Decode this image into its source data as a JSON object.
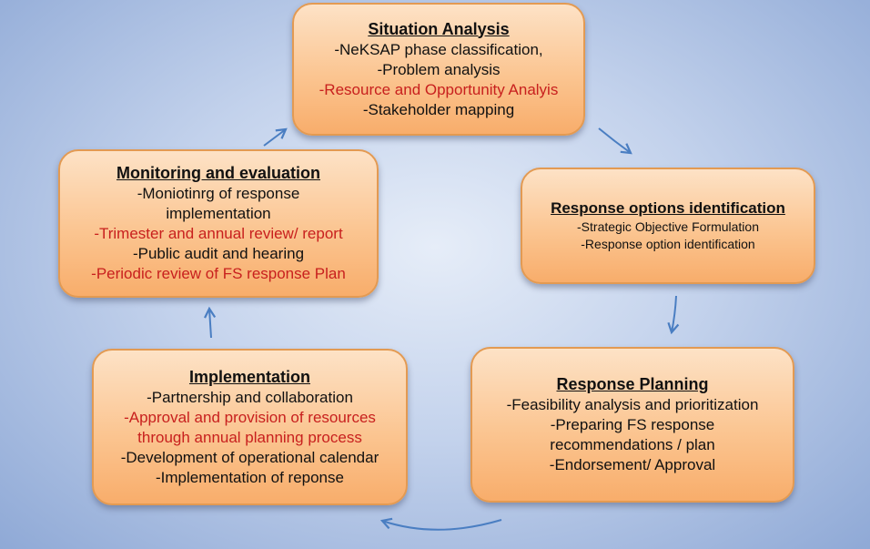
{
  "boxes": [
    {
      "id": "situation-analysis",
      "title": "Situation Analysis",
      "lines": [
        {
          "text": "-NeKSAP phase classification,",
          "color": "black"
        },
        {
          "text": "-Problem analysis",
          "color": "black"
        },
        {
          "text": "-Resource and Opportunity Analyis",
          "color": "red"
        },
        {
          "text": "-Stakeholder mapping",
          "color": "black"
        }
      ]
    },
    {
      "id": "response-options-identification",
      "title": "Response options identification",
      "lines": [
        {
          "text": "-Strategic Objective Formulation",
          "color": "black"
        },
        {
          "text": "-Response option identification",
          "color": "black"
        }
      ]
    },
    {
      "id": "response-planning",
      "title": "Response Planning",
      "lines": [
        {
          "text": "-Feasibility analysis and prioritization",
          "color": "black"
        },
        {
          "text": "-Preparing FS response",
          "color": "black"
        },
        {
          "text": "recommendations / plan",
          "color": "black"
        },
        {
          "text": "-Endorsement/ Approval",
          "color": "black"
        }
      ]
    },
    {
      "id": "implementation",
      "title": "Implementation",
      "lines": [
        {
          "text": "-Partnership and collaboration",
          "color": "black"
        },
        {
          "text": "-Approval and provision of resources",
          "color": "red"
        },
        {
          "text": "through annual planning process",
          "color": "red"
        },
        {
          "text": "-Development of operational calendar",
          "color": "black"
        },
        {
          "text": "-Implementation of reponse",
          "color": "black"
        }
      ]
    },
    {
      "id": "monitoring-and-evaluation",
      "title": "Monitoring and evaluation",
      "lines": [
        {
          "text": "-Moniotinrg of response",
          "color": "black"
        },
        {
          "text": "implementation",
          "color": "black"
        },
        {
          "text": "-Trimester and annual review/ report",
          "color": "red"
        },
        {
          "text": "-Public audit and hearing",
          "color": "black"
        },
        {
          "text": "-Periodic review of FS response Plan",
          "color": "red"
        }
      ]
    }
  ],
  "colors": {
    "accent_text": "#c8201e",
    "box_fill": "#fbc591",
    "box_border": "#e39a52",
    "arrow": "#4a7ec2"
  }
}
